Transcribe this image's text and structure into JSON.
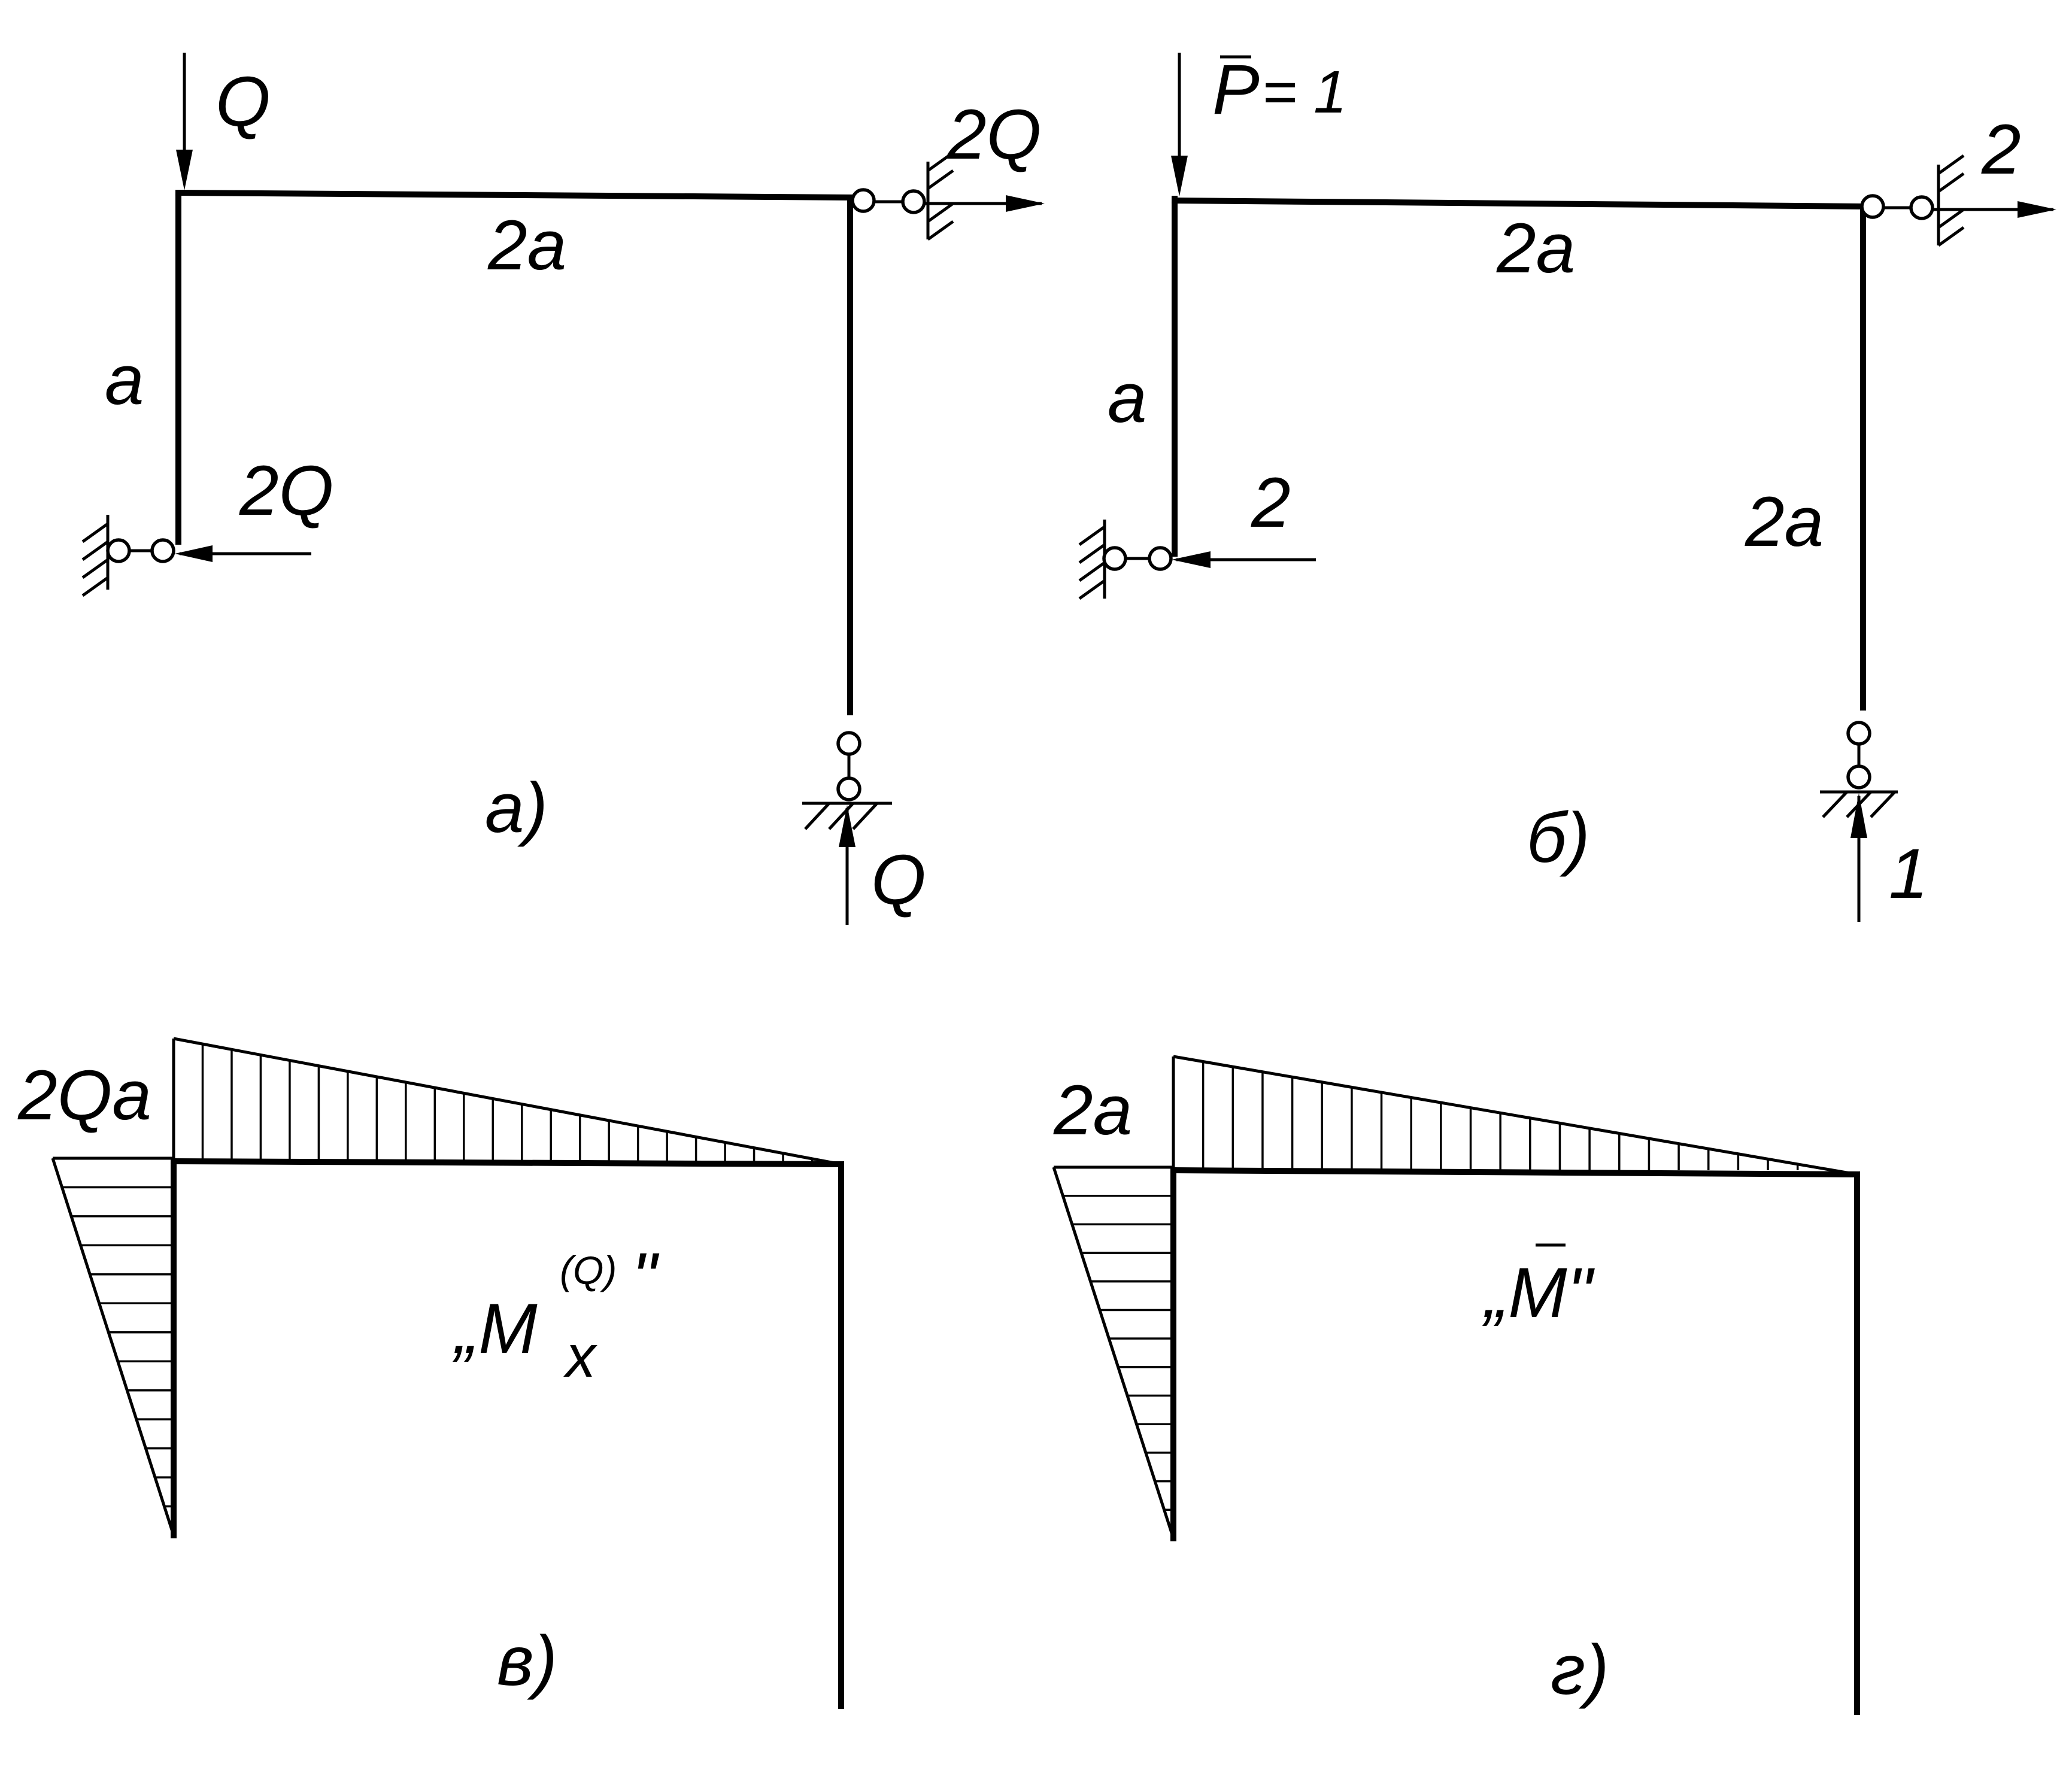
{
  "panels": {
    "a": {
      "caption": "a)",
      "load_top": "Q",
      "span_top": "2a",
      "span_left": "a",
      "reaction_left": "2Q",
      "reaction_right": "2Q",
      "reaction_bottom": "Q"
    },
    "b": {
      "caption": "б)",
      "load_top_symbol": "P",
      "load_top_value": "= 1",
      "span_top": "2a",
      "span_left": "a",
      "span_right": "2a",
      "reaction_left": "2",
      "reaction_right": "2",
      "reaction_bottom": "1"
    },
    "c": {
      "caption": "в)",
      "ordinate": "2Qa",
      "diagram_prefix": "„M",
      "diagram_sub": "x",
      "diagram_sup": "(Q)",
      "diagram_suffix": "\""
    },
    "d": {
      "caption": "г)",
      "ordinate": "2a",
      "diagram_label": "„M\""
    }
  }
}
